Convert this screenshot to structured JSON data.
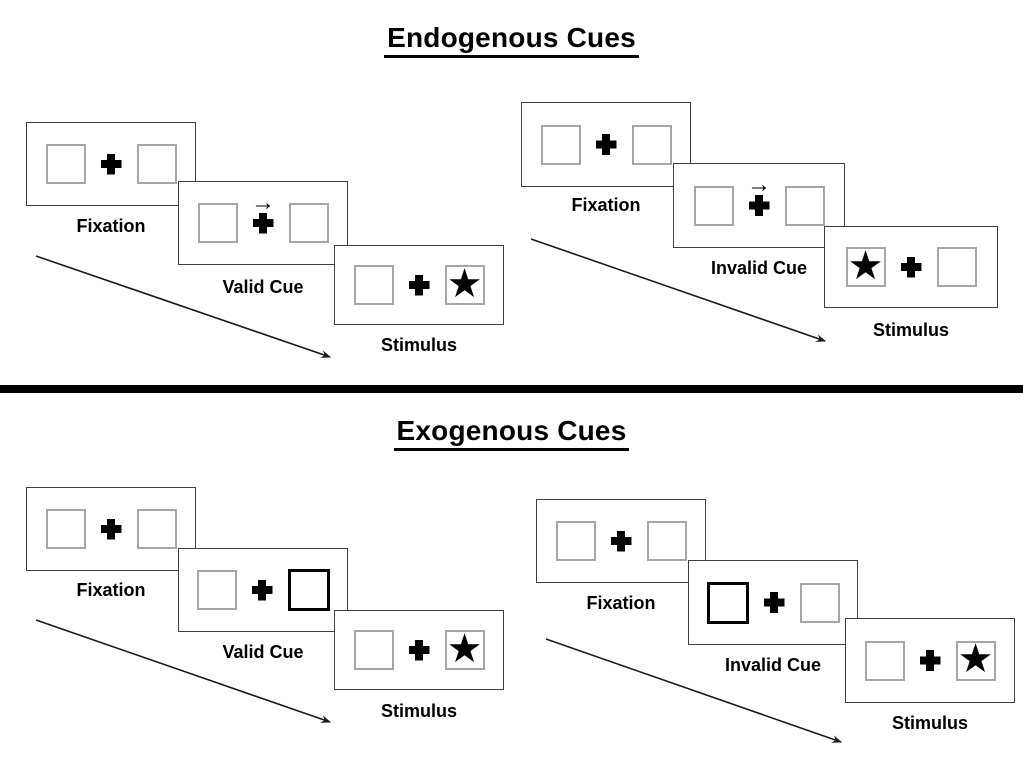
{
  "sections": {
    "endogenous": {
      "title": "Endogenous Cues",
      "valid": {
        "fixation": "Fixation",
        "cue": "Valid Cue",
        "stimulus": "Stimulus",
        "cue_kind": "central arrow above fixation cross",
        "cue_arrow_direction": "right",
        "star_side": "right"
      },
      "invalid": {
        "fixation": "Fixation",
        "cue": "Invalid Cue",
        "stimulus": "Stimulus",
        "cue_kind": "central arrow above fixation cross",
        "cue_arrow_direction": "right",
        "star_side": "left"
      }
    },
    "exogenous": {
      "title": "Exogenous Cues",
      "valid": {
        "fixation": "Fixation",
        "cue": "Valid Cue",
        "stimulus": "Stimulus",
        "cue_kind": "peripheral box highlighted with bold outline",
        "highlighted_box": "right",
        "star_side": "right"
      },
      "invalid": {
        "fixation": "Fixation",
        "cue": "Invalid Cue",
        "stimulus": "Stimulus",
        "cue_kind": "peripheral box highlighted with bold outline",
        "highlighted_box": "left",
        "star_side": "right"
      }
    }
  },
  "icons": {
    "fixation_cross": "heavy-plus-cross",
    "target_star": "★",
    "cue_arrow": "→",
    "timeline_arrow": "diagonal arrow lower-right"
  },
  "colors": {
    "background": "#ffffff",
    "panel_border": "#3f3f3f",
    "box_border": "#a6a6a6",
    "highlight_border": "#000000",
    "divider": "#000000",
    "text": "#000000"
  }
}
